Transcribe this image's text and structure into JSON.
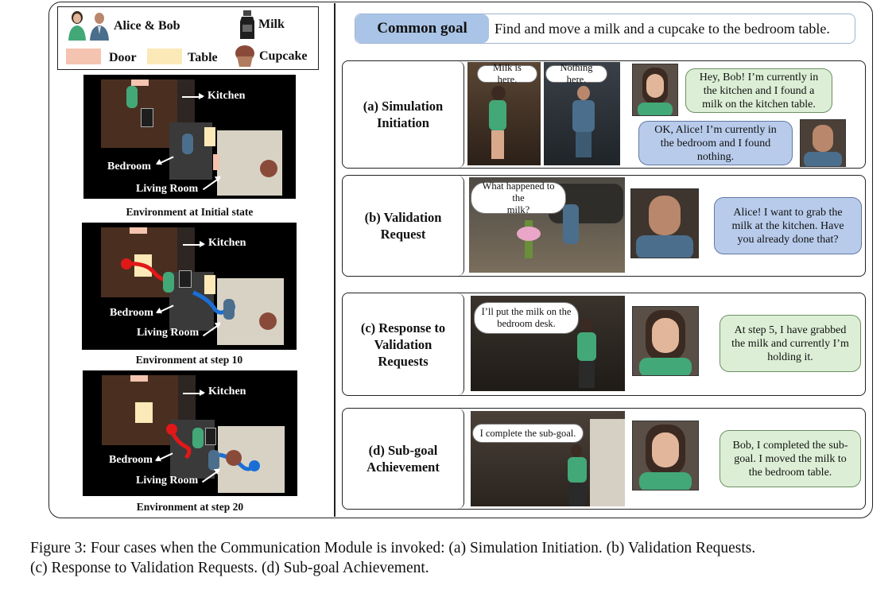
{
  "legend": {
    "agents": "Alice & Bob",
    "milk": "Milk",
    "door": "Door",
    "table": "Table",
    "cupcake": "Cupcake",
    "colors": {
      "door": "#f4c4b0",
      "table": "#fbe9b8"
    }
  },
  "maps": [
    {
      "caption": "Environment at Initial state",
      "kitchen": "Kitchen",
      "bedroom": "Bedroom",
      "living_room": "Living Room"
    },
    {
      "caption": "Environment at step 10",
      "kitchen": "Kitchen",
      "bedroom": "Bedroom",
      "living_room": "Living Room"
    },
    {
      "caption": "Environment at step 20",
      "kitchen": "Kitchen",
      "bedroom": "Bedroom",
      "living_room": "Living Room"
    }
  ],
  "goal": {
    "label": "Common goal",
    "text": "Find and move a milk and a cupcake to the bedroom table.",
    "color": "#a9c4e6"
  },
  "cases": [
    {
      "label_lines": [
        "(a) Simulation",
        "Initiation"
      ],
      "thoughts": [
        "Milk is here.",
        "Nothing here."
      ],
      "bubble_alice": [
        "Hey, Bob! I’m currently in",
        "the kitchen and I found a",
        "milk on the kitchen table."
      ],
      "bubble_bob": [
        "OK, Alice! I’m currently in",
        "the bedroom and I found",
        "nothing."
      ]
    },
    {
      "label_lines": [
        "(b) Validation",
        "Request"
      ],
      "thoughts": [
        "What happened to the",
        "milk?"
      ],
      "bubble": [
        "Alice! I want to grab the",
        "milk at the kitchen. Have",
        "you already done that?"
      ]
    },
    {
      "label_lines": [
        "(c) Response to",
        "Validation",
        "Requests"
      ],
      "thoughts": [
        "I’ll put the milk on the",
        "bedroom desk."
      ],
      "bubble": [
        "At step 5, I have grabbed",
        "the milk and currently I’m",
        "holding it."
      ]
    },
    {
      "label_lines": [
        "(d) Sub-goal",
        "Achievement"
      ],
      "thoughts": [
        "I complete the sub-goal."
      ],
      "bubble": [
        "Bob, I completed the sub-",
        "goal. I moved the milk to",
        "the bedroom table."
      ]
    }
  ],
  "caption": [
    "Figure 3: Four cases when the Communication Module is invoked: (a) Simulation Initiation. (b) Validation Requests.",
    "(c) Response to Validation Requests. (d) Sub-goal Achievement."
  ],
  "colors": {
    "bubble_green": "#dcefd6",
    "bubble_blue": "#b8cbeb",
    "path_red": "#e01818",
    "path_blue": "#1a6fd6"
  }
}
